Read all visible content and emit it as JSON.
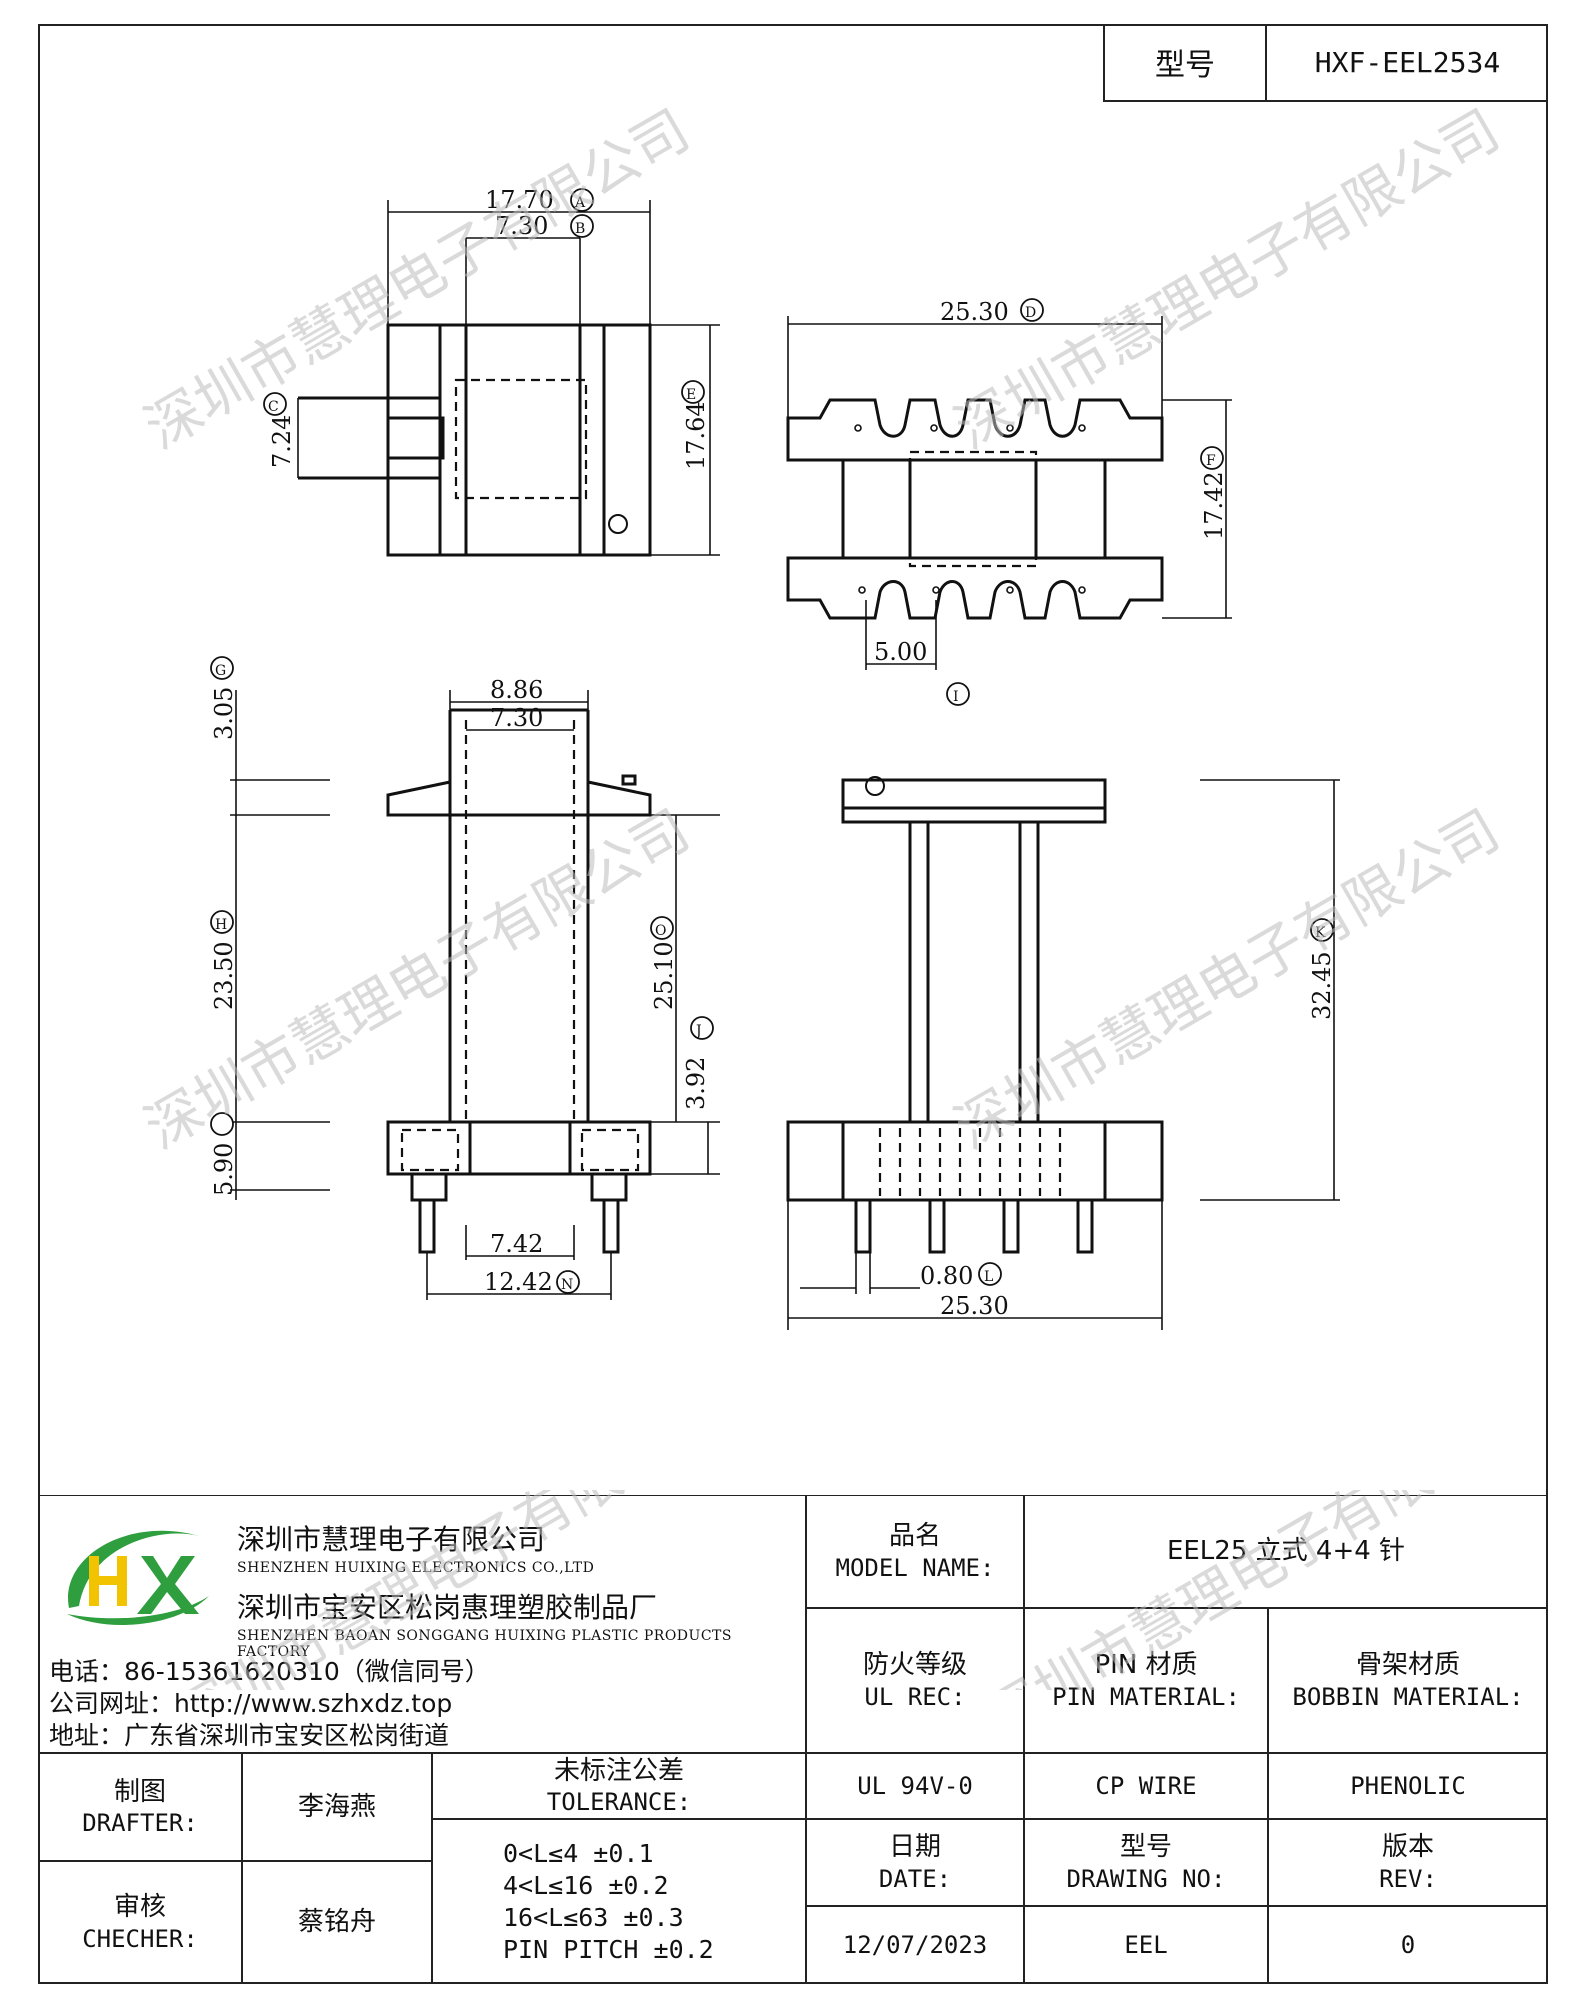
{
  "header": {
    "model_label": "型号",
    "model_value": "HXF-EEL2534"
  },
  "dimensions": {
    "top_width_a": "17.70",
    "label_a": "A",
    "top_width_b": "7.30",
    "label_b": "B",
    "left_pin_c": "7.24",
    "label_c": "C",
    "top_height_e": "17.64",
    "label_e": "E",
    "right_width_d": "25.30",
    "label_d": "D",
    "right_height_f": "17.42",
    "label_f": "F",
    "pin_pitch": "5.00",
    "label_i": "I",
    "side_top_g": "3.05",
    "label_g": "G",
    "side_w1": "8.86",
    "side_w2": "7.30",
    "side_h": "23.50",
    "label_h": "H",
    "side_inner": "25.10",
    "label_o": "O",
    "side_j": "3.92",
    "label_j": "J",
    "side_base": "5.90",
    "pin_inner": "7.42",
    "pin_outer": "12.42",
    "label_n": "N",
    "front_total": "32.45",
    "label_k": "K",
    "pin_dia": "0.80",
    "label_l": "L",
    "front_width": "25.30"
  },
  "watermark": "深圳市慧理电子有限公司",
  "company": {
    "logo_text": "HX",
    "name_cn_1": "深圳市慧理电子有限公司",
    "name_en_1": "SHENZHEN HUIXING ELECTRONICS CO.,LTD",
    "name_cn_2": "深圳市宝安区松岗惠理塑胶制品厂",
    "name_en_2": "SHENZHEN BAOAN SONGGANG HUIXING PLASTIC PRODUCTS FACTORY",
    "phone": "电话：86-15361620310（微信同号）",
    "website": "公司网址：http://www.szhxdz.top",
    "address": "地址：广东省深圳市宝安区松岗街道"
  },
  "titleblock": {
    "model_name_cn": "品名",
    "model_name_en": "MODEL NAME:",
    "model_name_value": "EEL25 立式 4+4 针",
    "ul_cn": "防火等级",
    "ul_en": "UL REC:",
    "pin_mat_cn": "PIN 材质",
    "pin_mat_en": "PIN MATERIAL:",
    "bobbin_cn": "骨架材质",
    "bobbin_en": "BOBBIN MATERIAL:",
    "ul_value": "UL 94V-0",
    "pin_value": "CP WIRE",
    "bobbin_value": "PHENOLIC",
    "drafter_cn": "制图",
    "drafter_en": "DRAFTER:",
    "drafter_name": "李海燕",
    "checker_cn": "审核",
    "checker_en": "CHECHER:",
    "checker_name": "蔡铭舟",
    "tol_cn": "未标注公差",
    "tol_en": "TOLERANCE:",
    "tol_1": "0<L≤4   ±0.1",
    "tol_2": "4<L≤16  ±0.2",
    "tol_3": "16<L≤63  ±0.3",
    "tol_4": "PIN PITCH  ±0.2",
    "date_cn": "日期",
    "date_en": "DATE:",
    "date_value": "12/07/2023",
    "dwg_cn": "型号",
    "dwg_en": "DRAWING NO:",
    "dwg_value": "EEL",
    "rev_cn": "版本",
    "rev_en": "REV:",
    "rev_value": "0"
  },
  "colors": {
    "logo_green": "#2e9e3e",
    "logo_yellow": "#f2c300",
    "line": "#111111"
  }
}
